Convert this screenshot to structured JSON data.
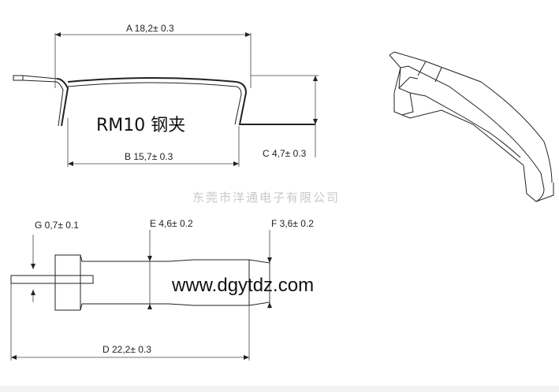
{
  "dimensions": {
    "A": "A 18,2± 0.3",
    "B": "B 15,7± 0.3",
    "C": "C 4,7± 0.3",
    "D": "D 22,2± 0.3",
    "E": "E 4,6± 0.2",
    "F": "F 3,6± 0.2",
    "G": "G 0,7± 0.1"
  },
  "title": "RM10 钢夹",
  "watermark": "东莞市洋通电子有限公司",
  "url": "www.dgytdz.com"
}
